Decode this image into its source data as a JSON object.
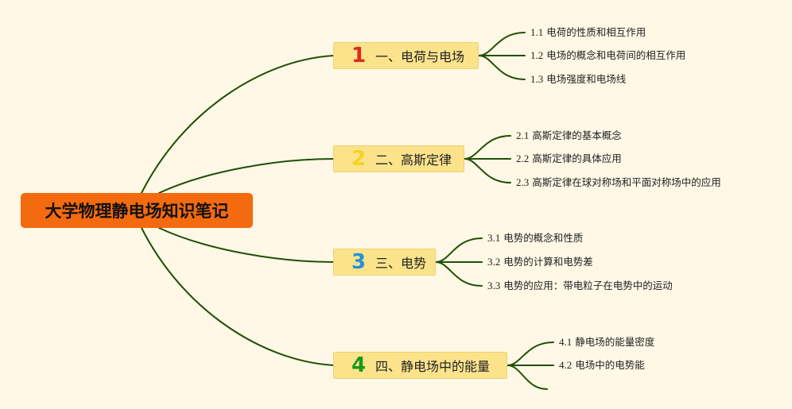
{
  "root": {
    "title": "大学物理静电场知识笔记"
  },
  "topics": [
    {
      "marker": "1",
      "marker_color": "#e3261f",
      "label": "一、电荷与电场",
      "subs": [
        {
          "num": "1.1",
          "text": "电荷的性质和相互作用"
        },
        {
          "num": "1.2",
          "text": "电场的概念和电荷间的相互作用"
        },
        {
          "num": "1.3",
          "text": "电场强度和电场线"
        }
      ]
    },
    {
      "marker": "2",
      "marker_color": "#f4d422",
      "label": "二、高斯定律",
      "subs": [
        {
          "num": "2.1",
          "text": "高斯定律的基本概念"
        },
        {
          "num": "2.2",
          "text": "高斯定律的具体应用"
        },
        {
          "num": "2.3",
          "text": "高斯定律在球对称场和平面对称场中的应用"
        }
      ]
    },
    {
      "marker": "3",
      "marker_color": "#2291d8",
      "label": "三、电势",
      "subs": [
        {
          "num": "3.1",
          "text": "电势的概念和性质"
        },
        {
          "num": "3.2",
          "text": "电势的计算和电势差"
        },
        {
          "num": "3.3",
          "text": "电势的应用：带电粒子在电势中的运动"
        }
      ]
    },
    {
      "marker": "4",
      "marker_color": "#1c9a1c",
      "label": "四、静电场中的能量",
      "subs": [
        {
          "num": "4.1",
          "text": "静电场的能量密度"
        },
        {
          "num": "4.2",
          "text": "电场中的电势能"
        }
      ]
    }
  ]
}
